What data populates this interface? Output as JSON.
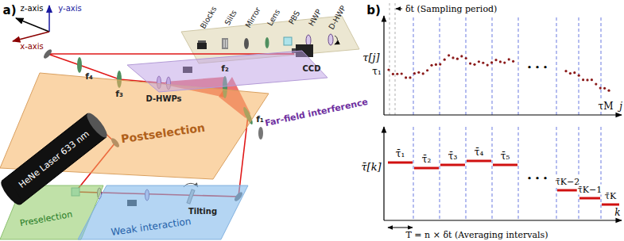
{
  "diagram": {
    "nodes": [
      {
        "text": [
          "Postselection"
        ]
      },
      {
        "text": [
          "Preselection"
        ]
      },
      {
        "text": [
          "Weak interaction"
        ]
      },
      {
        "text": [
          "Far-field interference"
        ]
      },
      {
        "text": [
          "HeNe Laser 633 nm"
        ]
      }
    ],
    "labels": [
      "a)",
      "z-axis",
      "y-axis",
      "x-axis",
      "f₄",
      "f₃",
      "D-HWPs",
      "f₂",
      "f₁",
      "CCD",
      "Tilting",
      "b)",
      "δt (Sampling period)",
      "τ[j]",
      "τ₁",
      "• • •",
      "τM",
      "j",
      "τ̄[k]",
      "τ̄₁",
      "τ̄₂",
      "τ̄₃",
      "τ̄₄",
      "τ̄₅",
      "• • •",
      "τ̄K−2",
      "τ̄K−1",
      "τ̄K",
      "k",
      "T = n × δt (Averaging intervals)"
    ],
    "legend": [
      {
        "text": "Blocks"
      },
      {
        "text": "Slits"
      },
      {
        "text": "Mirror"
      },
      {
        "text": "Lens"
      },
      {
        "text": "PBS"
      },
      {
        "text": "HWP"
      },
      {
        "text": "D-HWP"
      }
    ]
  }
}
